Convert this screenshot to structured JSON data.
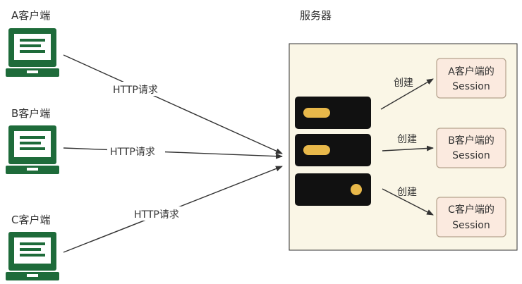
{
  "clients": [
    {
      "label": "A客户端"
    },
    {
      "label": "B客户端"
    },
    {
      "label": "C客户端"
    }
  ],
  "requests": [
    {
      "label": "HTTP请求"
    },
    {
      "label": "HTTP请求"
    },
    {
      "label": "HTTP请求"
    }
  ],
  "server": {
    "title": "服务器"
  },
  "create_labels": [
    {
      "label": "创建"
    },
    {
      "label": "创建"
    },
    {
      "label": "创建"
    }
  ],
  "sessions": [
    {
      "line1": "A客户端的",
      "line2": "Session"
    },
    {
      "line1": "B客户端的",
      "line2": "Session"
    },
    {
      "line1": "C客户端的",
      "line2": "Session"
    }
  ],
  "colors": {
    "client_green": "#1e6b3a",
    "server_panel": "#faf6e6",
    "server_body": "#111111",
    "server_light": "#e8b84a",
    "session_box": "#fbeadf",
    "session_border": "#b5a28d"
  },
  "icons": {
    "client": "laptop-icon",
    "server": "server-rack-icon"
  }
}
